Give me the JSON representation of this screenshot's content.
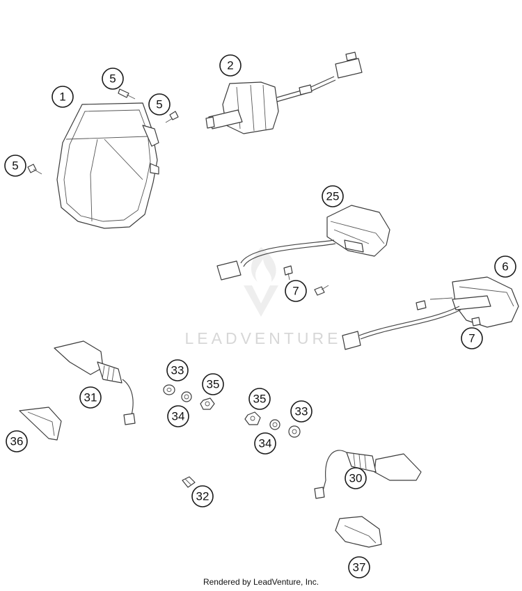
{
  "watermark": {
    "text": "LEADVENTURE"
  },
  "footer": {
    "text": "Rendered by LeadVenture, Inc."
  },
  "callouts": [
    {
      "id": "c1",
      "label": "1"
    },
    {
      "id": "c5a",
      "label": "5"
    },
    {
      "id": "c5b",
      "label": "5"
    },
    {
      "id": "c5c",
      "label": "5"
    },
    {
      "id": "c2",
      "label": "2"
    },
    {
      "id": "c25",
      "label": "25"
    },
    {
      "id": "c6",
      "label": "6"
    },
    {
      "id": "c7a",
      "label": "7"
    },
    {
      "id": "c7b",
      "label": "7"
    },
    {
      "id": "c31",
      "label": "31"
    },
    {
      "id": "c36",
      "label": "36"
    },
    {
      "id": "c33a",
      "label": "33"
    },
    {
      "id": "c34a",
      "label": "34"
    },
    {
      "id": "c35a",
      "label": "35"
    },
    {
      "id": "c35b",
      "label": "35"
    },
    {
      "id": "c34b",
      "label": "34"
    },
    {
      "id": "c33b",
      "label": "33"
    },
    {
      "id": "c30",
      "label": "30"
    },
    {
      "id": "c32",
      "label": "32"
    },
    {
      "id": "c37",
      "label": "37"
    }
  ]
}
